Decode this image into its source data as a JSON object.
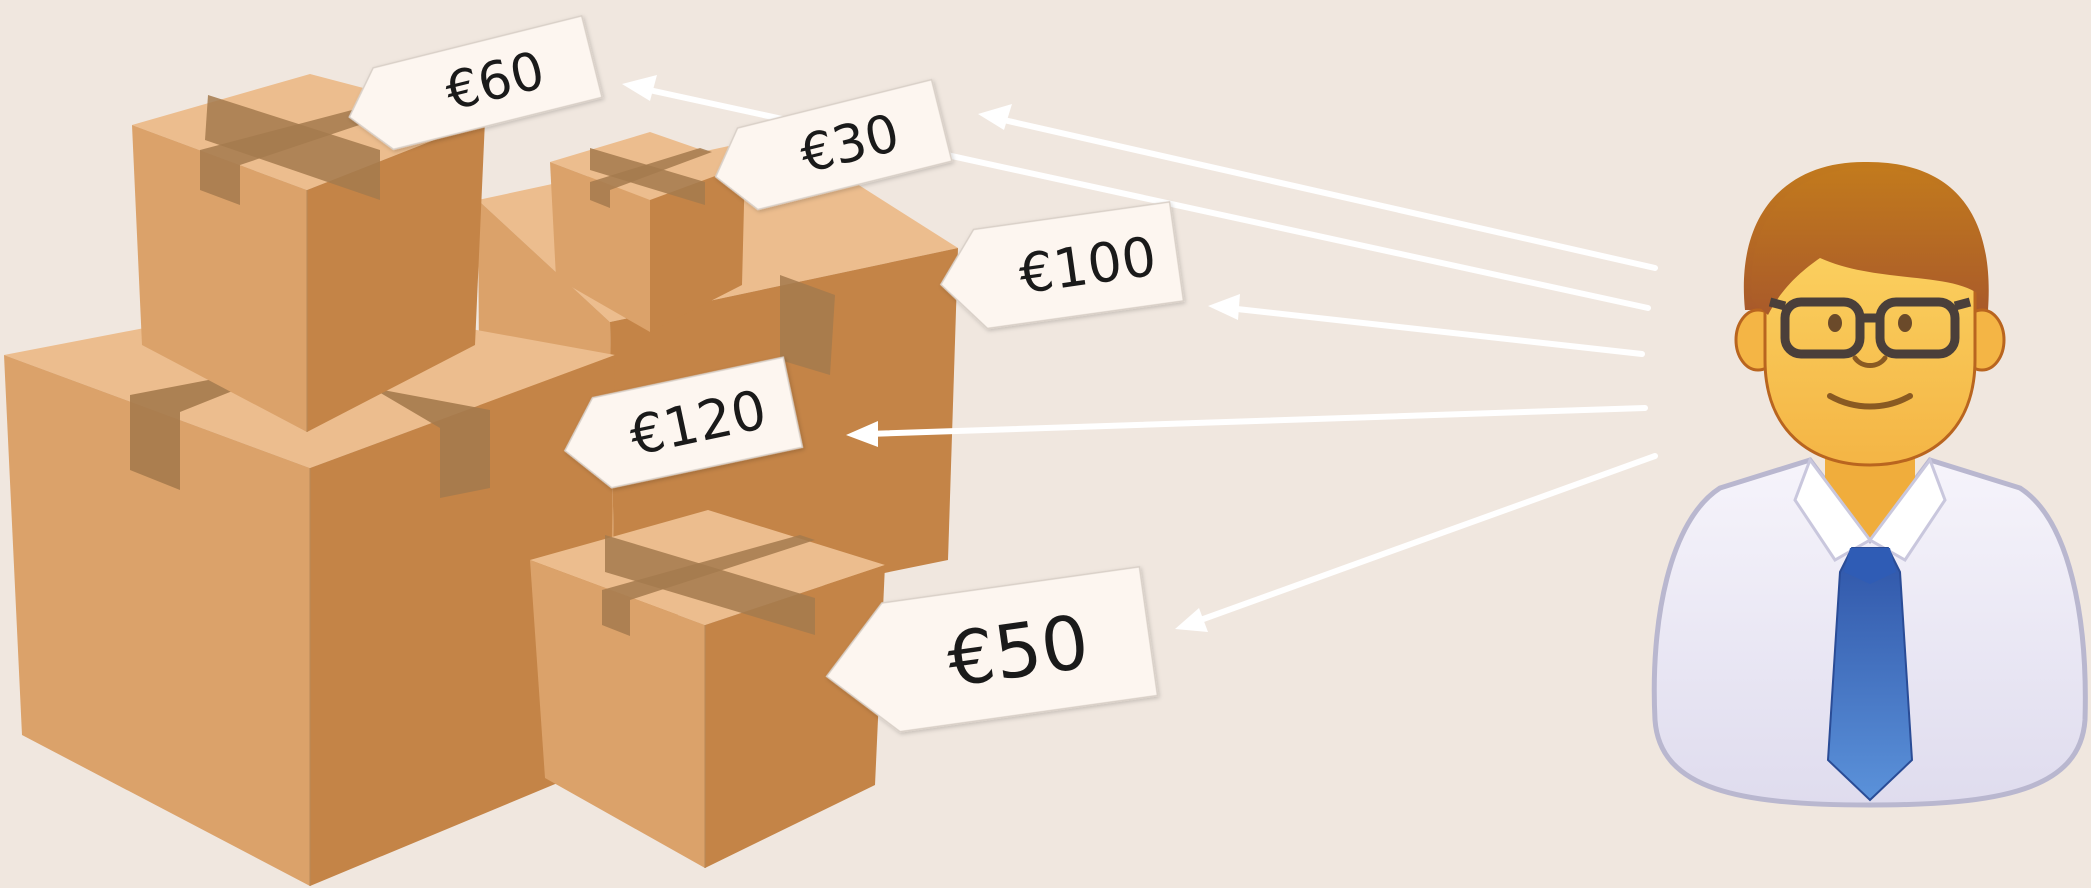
{
  "colors": {
    "background": "#f0e7df",
    "box_top": "#ecbd8e",
    "box_left": "#dba26a",
    "box_right": "#c48447",
    "tape": "#a57a4d",
    "tag": "#fdf6f0",
    "arrow": "#ffffff",
    "hair": "#b9651f",
    "face": "#f8c453",
    "shirt": "#eceaf6",
    "tie": "#3563b8"
  },
  "price_tags": [
    {
      "label": "€60"
    },
    {
      "label": "€30"
    },
    {
      "label": "€100"
    },
    {
      "label": "€120"
    },
    {
      "label": "€50"
    }
  ],
  "person": {
    "icon": "businessman-with-glasses-icon"
  },
  "boxes": {
    "icon": "cardboard-box-stack-icon"
  }
}
